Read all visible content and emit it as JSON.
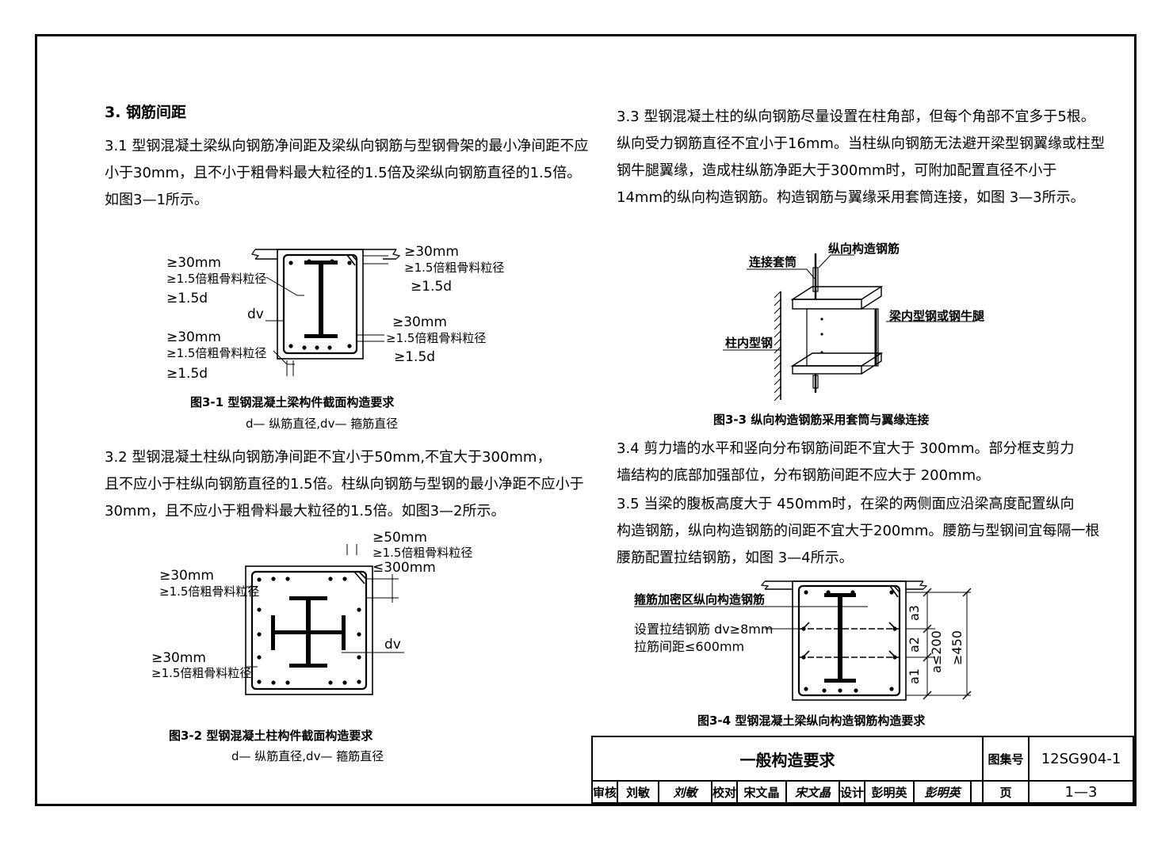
{
  "section_title": "3. 钢筋间距",
  "p31": {
    "lines": [
      "3.1  型钢混凝土梁纵向钢筋净间距及梁纵向钢筋与型钢骨架的最小净间距不应",
      "小于30mm，且不小于粗骨料最大粒径的1.5倍及梁纵向钢筋直径的1.5倍。",
      "如图3—1所示。"
    ]
  },
  "fig31": {
    "labels": {
      "tl1": "≥30mm",
      "tl2": "≥1.5倍粗骨料粒径",
      "tl3": "≥1.5d",
      "tr1": "≥30mm",
      "tr2": "≥1.5倍粗骨料粒径",
      "tr3": "≥1.5d",
      "dv": "dv",
      "bl1": "≥30mm",
      "bl2": "≥1.5倍粗骨料粒径",
      "bl3": "≥1.5d",
      "br1": "≥30mm",
      "br2": "≥1.5倍粗骨料粒径",
      "br3": "≥1.5d"
    },
    "caption": "图3-1  型钢混凝土梁构件截面构造要求",
    "subcaption": "d— 纵筋直径,dv— 箍筋直径"
  },
  "p32": {
    "lines": [
      "3.2  型钢混凝土柱纵向钢筋净间距不宜小于50mm,不宜大于300mm，",
      "且不应小于柱纵向钢筋直径的1.5倍。柱纵向钢筋与型钢的最小净距不应小于",
      "30mm，且不应小于粗骨料最大粒径的1.5倍。如图3—2所示。"
    ]
  },
  "fig32": {
    "labels": {
      "t1": "≥50mm",
      "t2": "≥1.5倍粗骨料粒径",
      "t3": "≤300mm",
      "l1": "≥30mm",
      "l2": "≥1.5倍粗骨料粒径",
      "l3": "≥30mm",
      "l4": "≥1.5倍粗骨料粒径",
      "dv": "dv"
    },
    "caption": "图3-2  型钢混凝土柱构件截面构造要求",
    "subcaption": "d— 纵筋直径,dv— 箍筋直径"
  },
  "p33": {
    "lines": [
      "3.3  型钢混凝土柱的纵向钢筋尽量设置在柱角部，但每个角部不宜多于5根。",
      "纵向受力钢筋直径不宜小于16mm。当柱纵向钢筋无法避开梁型钢翼缘或柱型",
      "钢牛腿翼缘，造成柱纵筋净距大于300mm时，可附加配置直径不小于",
      "14mm的纵向构造钢筋。构造钢筋与翼缘采用套筒连接，如图 3—3所示。"
    ]
  },
  "fig33": {
    "labels": {
      "sleeve": "连接套筒",
      "rebar": "纵向构造钢筋",
      "beam": "梁内型钢或钢牛腿",
      "column": "柱内型钢"
    },
    "caption": "图3-3 纵向构造钢筋采用套筒与翼缘连接"
  },
  "p34": {
    "lines": [
      "3.4  剪力墙的水平和竖向分布钢筋间距不宜大于 300mm。部分框支剪力",
      "墙结构的底部加强部位，分布钢筋间距不应大于 200mm。"
    ]
  },
  "p35": {
    "lines": [
      "3.5  当梁的腹板高度大于 450mm时，在梁的两侧面应沿梁高度配置纵向",
      "构造钢筋，纵向构造钢筋的间距不宜大于200mm。腰筋与型钢间宜每隔一根",
      "腰筋配置拉结钢筋，如图 3—4所示。"
    ]
  },
  "fig34": {
    "labels": {
      "l1": "箍筋加密区纵向构造钢筋",
      "l2": "设置拉结钢筋 dv≥8mm",
      "l3": "拉筋间距≤600mm",
      "a3": "a3",
      "a2": "a2",
      "a1": "a1",
      "a": "a≤200",
      "h": "≥450"
    },
    "caption": "图3-4  型钢混凝土梁纵向构造钢筋构造要求"
  },
  "title_block": {
    "title": "一般构造要求",
    "atlas_label": "图集号",
    "atlas_no": "12SG904-1",
    "review_label": "审核",
    "reviewer": "刘敏",
    "reviewer_sig": "刘敏",
    "check_label": "校对",
    "checker": "宋文晶",
    "checker_sig": "宋文晶",
    "design_label": "设计",
    "designer": "彭明英",
    "designer_sig": "彭明英",
    "page_label": "页",
    "page_no": "1—3"
  }
}
